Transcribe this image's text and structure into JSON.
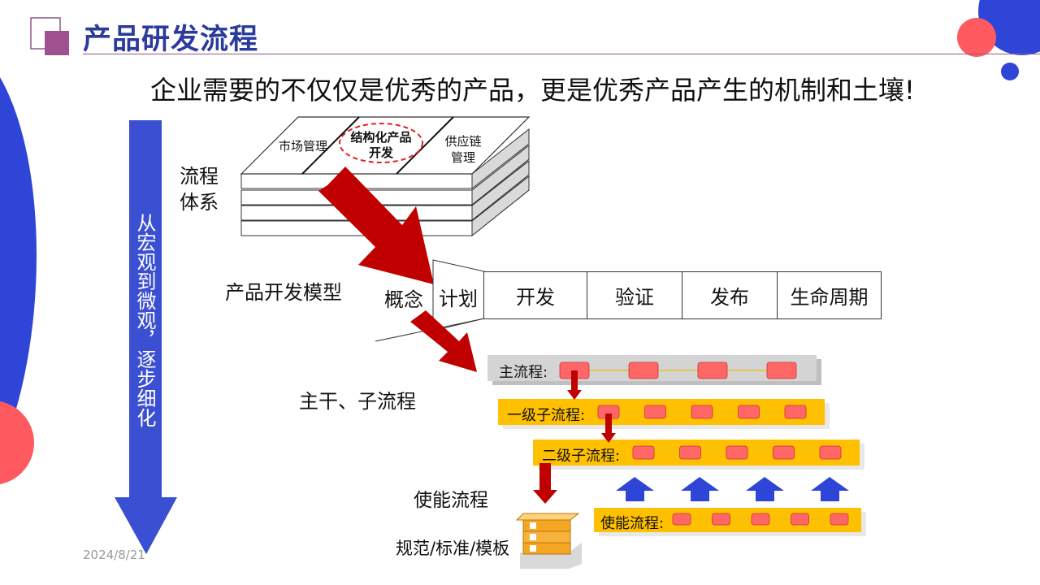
{
  "title": "产品研发流程",
  "subtitle": "企业需要的不仅仅是优秀的产品，更是优秀产品产生的机制和土壤!",
  "left_arrow_text": "从宏观到微观，逐步细化",
  "process_system": {
    "label_line1": "流程",
    "label_line2": "体系",
    "panels": [
      "市场管理",
      "结构化产品开发",
      "供应链管理"
    ]
  },
  "dev_model": {
    "label": "产品开发模型",
    "stages": [
      "概念",
      "计划",
      "开发",
      "验证",
      "发布",
      "生命周期"
    ]
  },
  "trunk_label": "主干、子流程",
  "process_rows": [
    {
      "label": "主流程:",
      "nodes": 4
    },
    {
      "label": "一级子流程:",
      "nodes": 5
    },
    {
      "label": "二级子流程:",
      "nodes": 5
    },
    {
      "label": "使能流程:",
      "nodes": 5
    }
  ],
  "enabler_label": "使能流程",
  "standards_label": "规范/标准/模板",
  "date": "2024/8/21",
  "colors": {
    "brand_blue": "#2B3A9B",
    "accent_red": "#C00000",
    "row_yellow": "#FFC000",
    "row_gray": "#C8C8C8",
    "node_red": "#FF6666",
    "up_arrow_blue": "#3A55D6",
    "deco_coral": "#FF5A5F",
    "deco_blue": "#2F45D8"
  }
}
